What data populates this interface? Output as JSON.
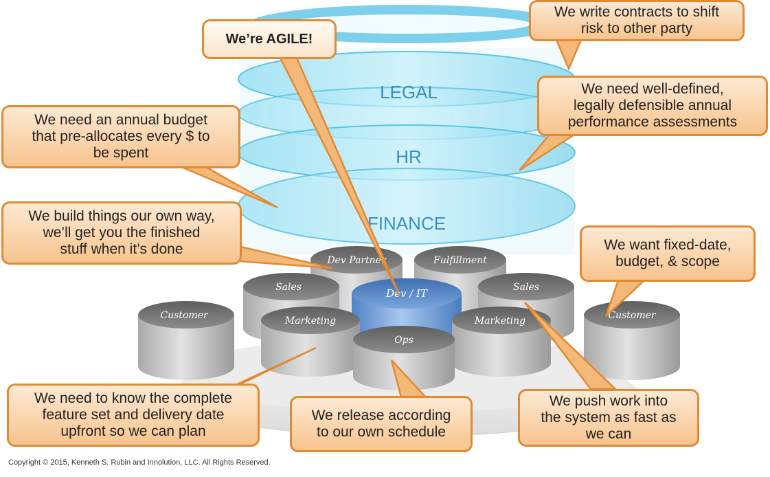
{
  "layers": [
    "LEGAL",
    "HR",
    "FINANCE"
  ],
  "departments": {
    "dev_partner": "Dev Partner",
    "fulfillment": "Fulfillment",
    "sales_left": "Sales",
    "dev_it": "Dev / IT",
    "sales_right": "Sales",
    "customer_left": "Customer",
    "marketing_left": "Marketing",
    "ops": "Ops",
    "marketing_right": "Marketing",
    "customer_right": "Customer"
  },
  "callouts": {
    "agile": "We’re AGILE!",
    "legal": "We write contracts to shift\nrisk to other party",
    "hr": "We need well-defined,\nlegally defensible annual\nperformance assessments",
    "finance": "We need an annual budget\nthat pre-allocates every $ to\nbe spent",
    "dev_partner": "We build things our own way,\nwe’ll get you the finished\nstuff when it’s done",
    "customer": "We want fixed-date,\nbudget, & scope",
    "marketing": "We need to know the complete\nfeature set and delivery date\nupfront so we can plan",
    "ops": "We release according\nto our own schedule",
    "sales": "We push work into\nthe system as fast as\nwe can"
  },
  "copyright": "Copyright © 2015, Kenneth S. Rubin and Innolution, LLC. All Rights Reserved.",
  "colors": {
    "ring": "#7fd6ee",
    "ring_dark": "#45b8dc",
    "layer_text": "#3a8fc0",
    "cylinder_top": "#7b7b7b",
    "cylinder_body": "#c8c8c8",
    "dev_it": "#6f9fd9",
    "callout_border": "#e08a34",
    "callout_fill": "#f7c48e"
  }
}
